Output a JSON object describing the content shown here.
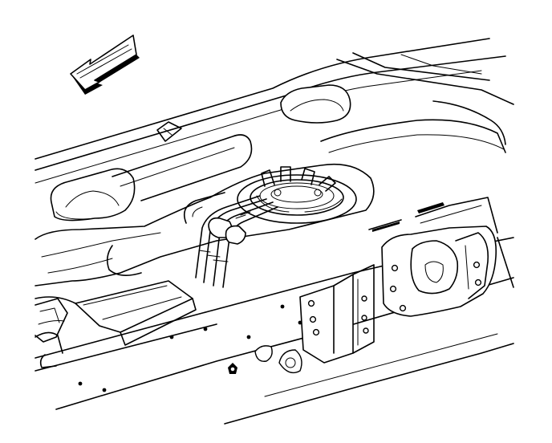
{
  "figure": {
    "kind": "line-art-technical-illustration",
    "parts": [
      "direction-arrow-icon",
      "rear-floor-pan",
      "fuel-tank",
      "fuel-pump-module",
      "fuel-lines",
      "frame-rail",
      "crossmember-bracket",
      "body-mount-bracket",
      "heat-shield"
    ],
    "colors": {
      "line": "#000000",
      "background": "#ffffff"
    }
  }
}
